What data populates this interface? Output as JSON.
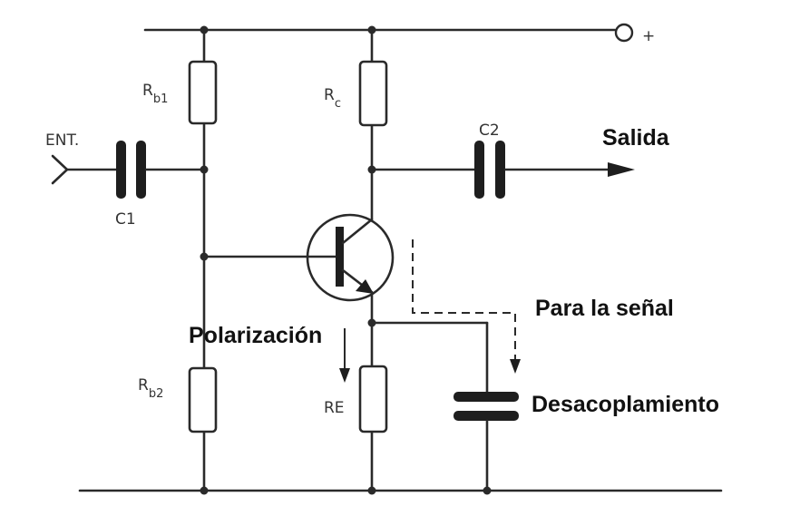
{
  "labels": {
    "input": "ENT.",
    "positive_terminal": "+",
    "c1": "C1",
    "c2": "C2",
    "rb1_main": "R",
    "rb1_sub": "b1",
    "rb2_main": "R",
    "rb2_sub": "b2",
    "rc_main": "R",
    "rc_sub": "c",
    "re": "RE"
  },
  "annotations": {
    "output": "Salida",
    "bias": "Polarización",
    "signal": "Para la señal",
    "decoupling": "Desacoplamiento"
  },
  "colors": {
    "ink": "#2a2a2a",
    "annotation": "#111111",
    "background": "#ffffff"
  }
}
